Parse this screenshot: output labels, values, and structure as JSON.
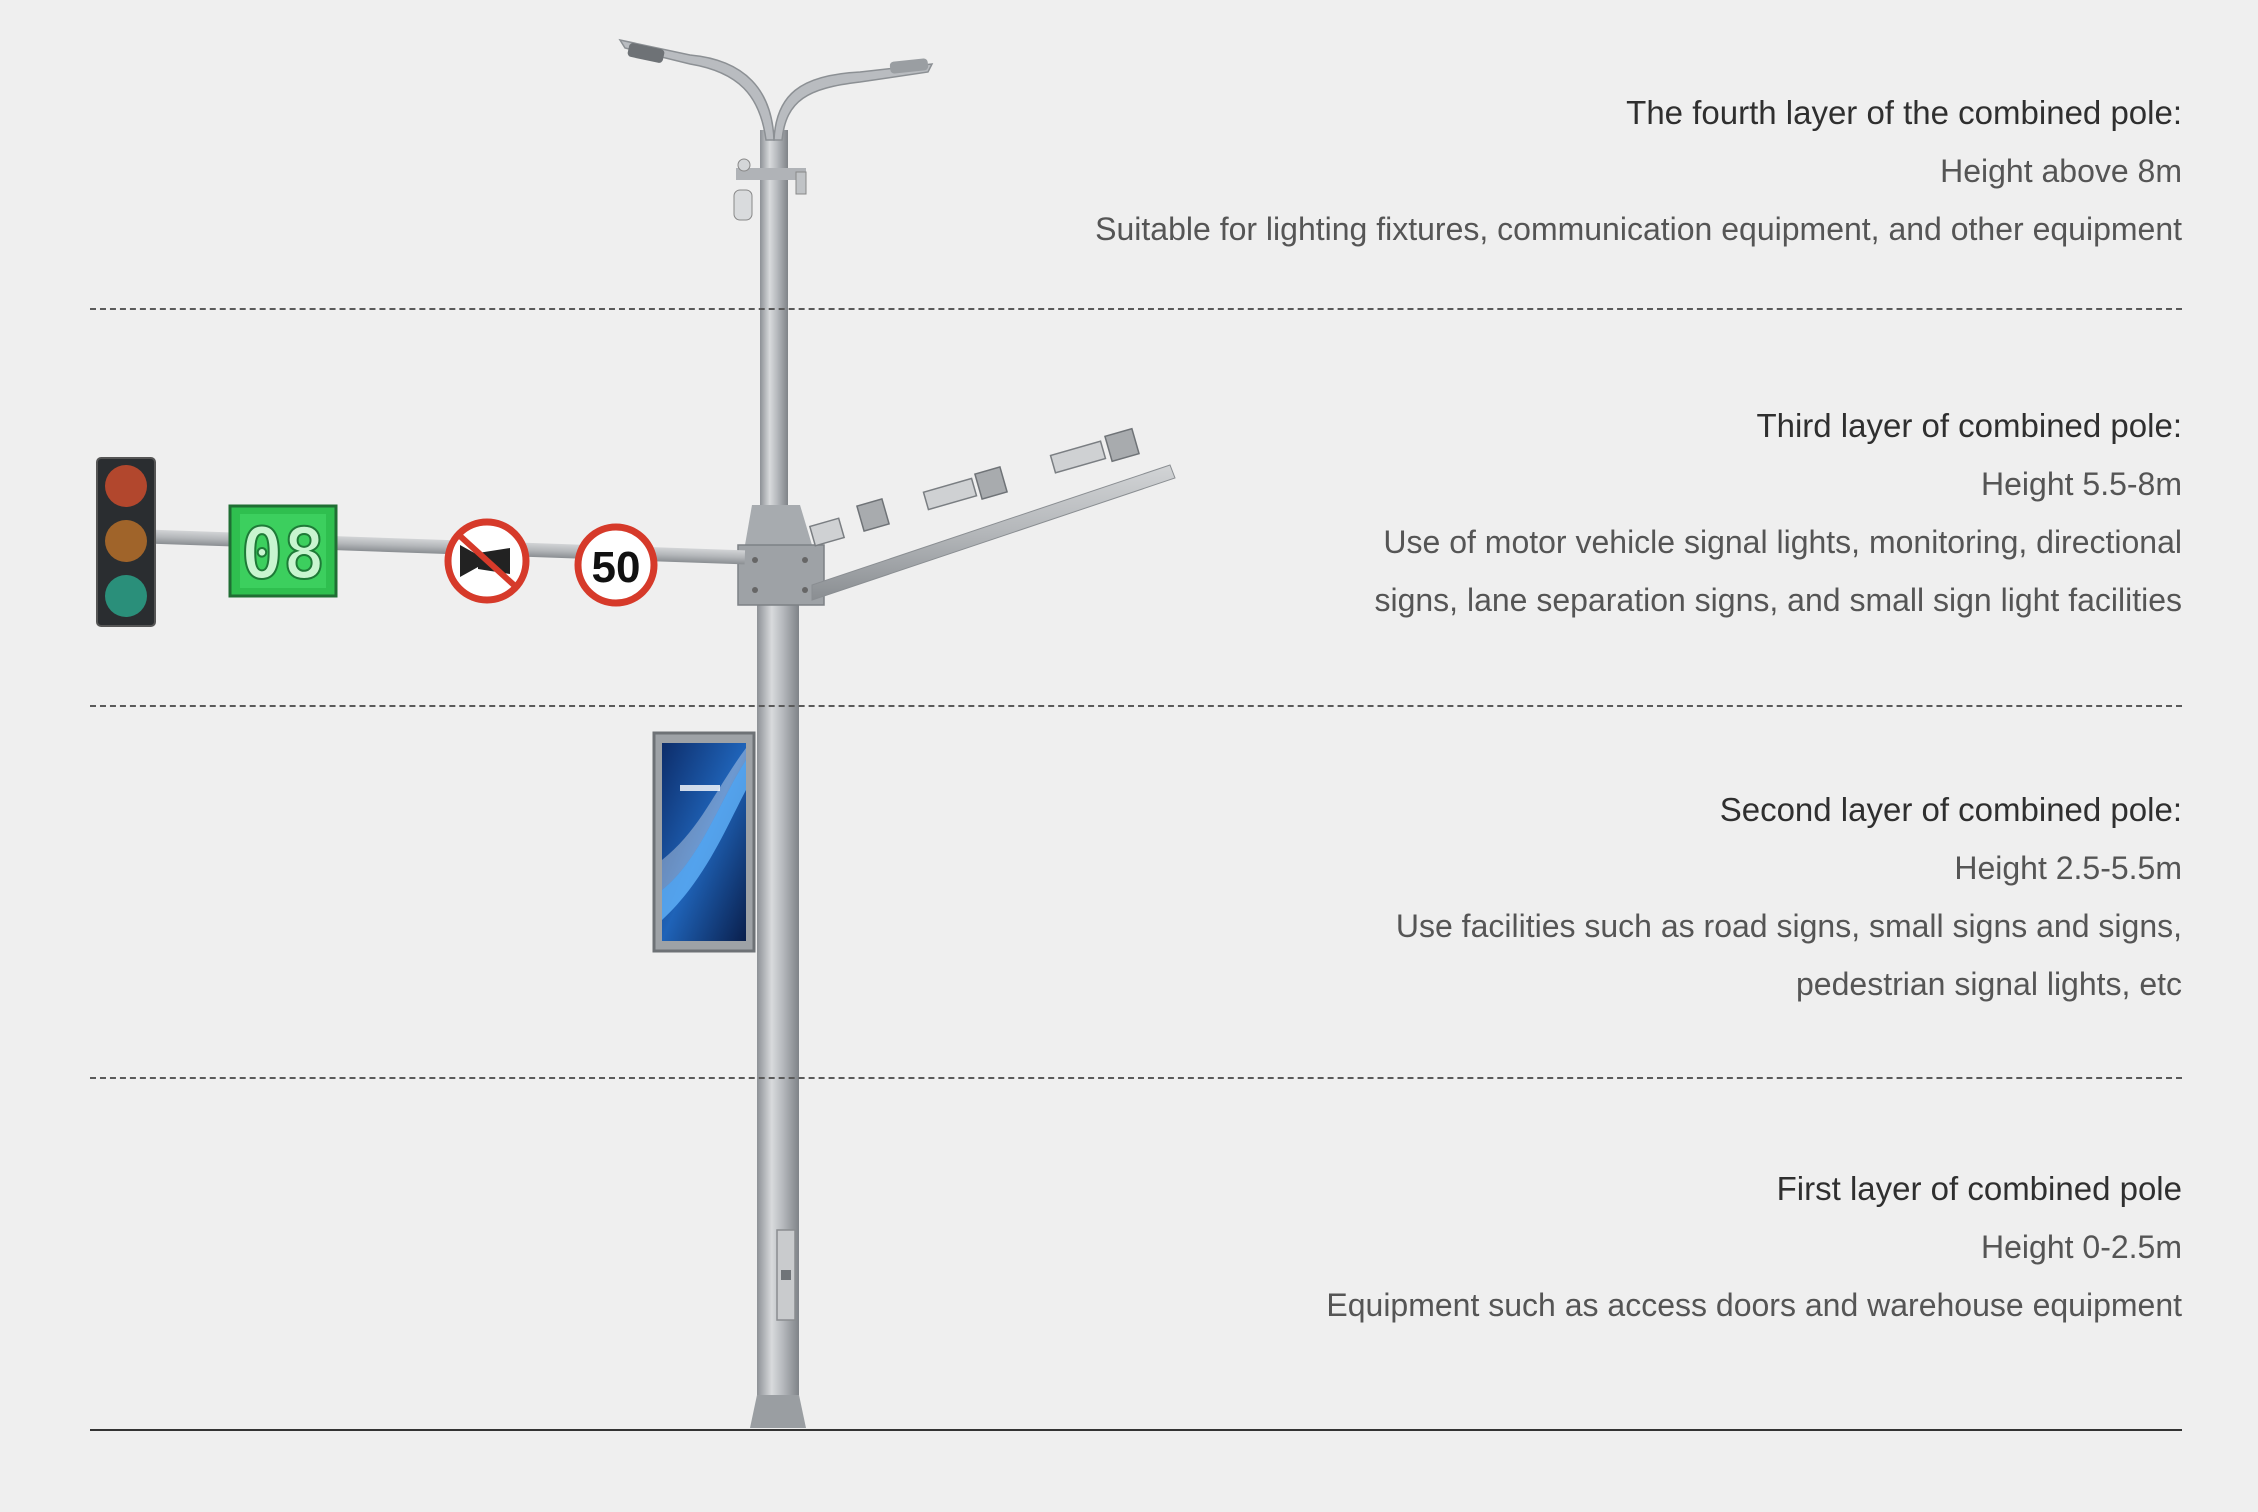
{
  "layers": [
    {
      "id": "fourth",
      "title": "The fourth layer of the combined pole:",
      "height": "Height above 8m",
      "lines": [
        "Suitable for lighting fixtures, communication equipment, and other equipment"
      ]
    },
    {
      "id": "third",
      "title": "Third layer of combined pole:",
      "height": "Height 5.5-8m",
      "lines": [
        "Use of motor vehicle signal lights, monitoring, directional",
        "signs, lane separation signs, and small sign light facilities"
      ]
    },
    {
      "id": "second",
      "title": "Second layer of combined pole:",
      "height": "Height 2.5-5.5m",
      "lines": [
        "Use facilities such as road signs, small signs and signs,",
        "pedestrian signal lights, etc"
      ]
    },
    {
      "id": "first",
      "title": "First layer of combined pole",
      "height": "Height 0-2.5m",
      "lines": [
        "Equipment such as access doors and warehouse equipment"
      ]
    }
  ],
  "pole": {
    "countdown_display": "08",
    "speed_limit_sign": "50",
    "signal_colors": {
      "red": "#b2472d",
      "amber": "#a0642a",
      "green": "#2a8f7a"
    },
    "countdown_color": "#2fd35a",
    "speed_sign_ring_color": "#d63a2a"
  }
}
